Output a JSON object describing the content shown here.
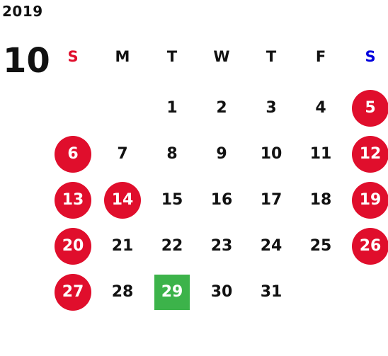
{
  "calendar": {
    "year": "2019",
    "month": "10",
    "colors": {
      "holiday_bg": "#e00e2c",
      "today_bg": "#3cb34a",
      "sunday_header": "#e00e2c",
      "saturday_header": "#0000dd",
      "text": "#111111"
    },
    "weekdays": [
      {
        "label": "S",
        "color": "#e00e2c"
      },
      {
        "label": "M",
        "color": "#111111"
      },
      {
        "label": "T",
        "color": "#111111"
      },
      {
        "label": "W",
        "color": "#111111"
      },
      {
        "label": "T",
        "color": "#111111"
      },
      {
        "label": "F",
        "color": "#111111"
      },
      {
        "label": "S",
        "color": "#0000dd"
      }
    ],
    "weeks": [
      [
        null,
        null,
        {
          "day": "1"
        },
        {
          "day": "2"
        },
        {
          "day": "3"
        },
        {
          "day": "4"
        },
        {
          "day": "5",
          "holiday": true
        }
      ],
      [
        {
          "day": "6",
          "holiday": true
        },
        {
          "day": "7"
        },
        {
          "day": "8"
        },
        {
          "day": "9"
        },
        {
          "day": "10"
        },
        {
          "day": "11"
        },
        {
          "day": "12",
          "holiday": true
        }
      ],
      [
        {
          "day": "13",
          "holiday": true
        },
        {
          "day": "14",
          "holiday": true
        },
        {
          "day": "15"
        },
        {
          "day": "16"
        },
        {
          "day": "17"
        },
        {
          "day": "18"
        },
        {
          "day": "19",
          "holiday": true
        }
      ],
      [
        {
          "day": "20",
          "holiday": true
        },
        {
          "day": "21"
        },
        {
          "day": "22"
        },
        {
          "day": "23"
        },
        {
          "day": "24"
        },
        {
          "day": "25"
        },
        {
          "day": "26",
          "holiday": true
        }
      ],
      [
        {
          "day": "27",
          "holiday": true
        },
        {
          "day": "28"
        },
        {
          "day": "29",
          "today": true
        },
        {
          "day": "30"
        },
        {
          "day": "31"
        },
        null,
        null
      ]
    ]
  }
}
